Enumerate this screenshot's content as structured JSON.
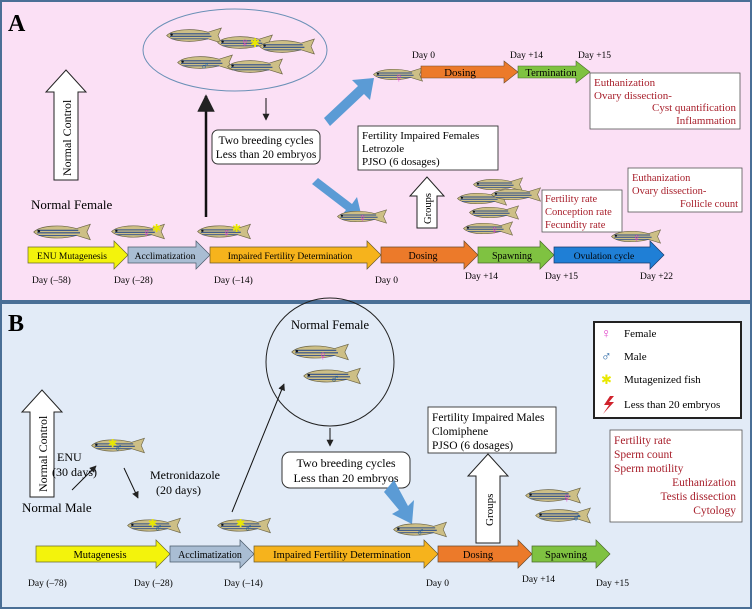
{
  "panelA": {
    "label": "A",
    "vertical_label": "Normal Control",
    "normal_female": "Normal Female",
    "breeding_line1": "Two breeding cycles",
    "breeding_line2": "Less than 20 embryos",
    "fertility_box": [
      "Fertility Impaired Females",
      "Letrozole",
      "PJSO (6 dosages)"
    ],
    "groups": "Groups",
    "top_days": [
      "Day 0",
      "Day +14",
      "Day +15"
    ],
    "top_arrows": [
      "Dosing",
      "Termination"
    ],
    "top_result": [
      "Euthanization",
      "Ovary dissection-",
      "Cyst quantification",
      "Inflammation"
    ],
    "mid_result": [
      "Fertility rate",
      "Conception rate",
      "Fecundity rate"
    ],
    "right_result": [
      "Euthanization",
      "Ovary dissection-",
      "Follicle count"
    ],
    "timeline_arrows": [
      "ENU Mutagenesis",
      "Acclimatization",
      "Impaired Fertility Determination",
      "Dosing",
      "Spawning",
      "Ovulation cycle"
    ],
    "timeline_days": [
      "Day (–58)",
      "Day (–28)",
      "Day (–14)",
      "Day 0",
      "Day +14",
      "Day +15",
      "Day +22"
    ]
  },
  "panelB": {
    "label": "B",
    "vertical_label": "Normal Control",
    "enu_line1": "ENU",
    "enu_line2": "(30 days)",
    "metro_line1": "Metronidazole",
    "metro_line2": "(20 days)",
    "normal_male": "Normal Male",
    "normal_female": "Normal Female",
    "breeding_line1": "Two breeding cycles",
    "breeding_line2": "Less than 20 embryos",
    "fertility_box": [
      "Fertility Impaired Males",
      "Clomiphene",
      "PJSO (6 dosages)"
    ],
    "groups": "Groups",
    "result": [
      "Fertility rate",
      "Sperm count",
      "Sperm motility",
      "Euthanization",
      "Testis dissection",
      "Cytology"
    ],
    "legend": [
      "Female",
      "Male",
      "Mutagenized fish",
      "Less than 20 embryos"
    ],
    "timeline_arrows": [
      "Mutagenesis",
      "Acclimatization",
      "Impaired Fertility Determination",
      "Dosing",
      "Spawning"
    ],
    "timeline_days": [
      "Day (–78)",
      "Day (–28)",
      "Day (–14)",
      "Day 0",
      "Day +14",
      "Day +15"
    ]
  },
  "colors": {
    "panelA_bg": "#fbe0f5",
    "panelB_bg": "#e2ebf7",
    "border": "#4a6f96",
    "yellow": "#f3f30c",
    "steel": "#a9bdd3",
    "gold": "#f6b31c",
    "orange": "#ec7a2a",
    "green": "#7fc241",
    "blue": "#1f7fd6",
    "big_arrow": "#5b9bd5",
    "result_red": "#a8202c"
  }
}
